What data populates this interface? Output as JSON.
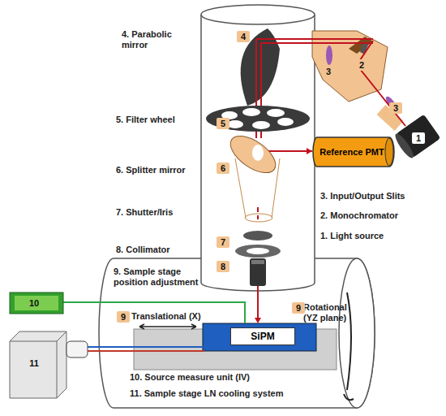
{
  "diagram": {
    "nodes": [
      {
        "text": [
          "Reference PMT"
        ]
      },
      {
        "text": [
          "SiPM"
        ]
      }
    ],
    "labels": [
      "4. Parabolic mirror",
      "5. Filter wheel",
      "6. Splitter mirror",
      "7. Shutter/Iris",
      "8. Collimator",
      "9. Sample stage position adjustment",
      "3. Input/Output Slits",
      "2. Monochromator",
      "1. Light source",
      "Translational (X)",
      "Rotational (YZ plane)",
      "10. Source measure unit (IV)",
      "11. Sample stage LN cooling system",
      "4",
      "2",
      "3",
      "3",
      "1",
      "5",
      "6",
      "7",
      "8",
      "9",
      "9",
      "10",
      "11"
    ]
  }
}
